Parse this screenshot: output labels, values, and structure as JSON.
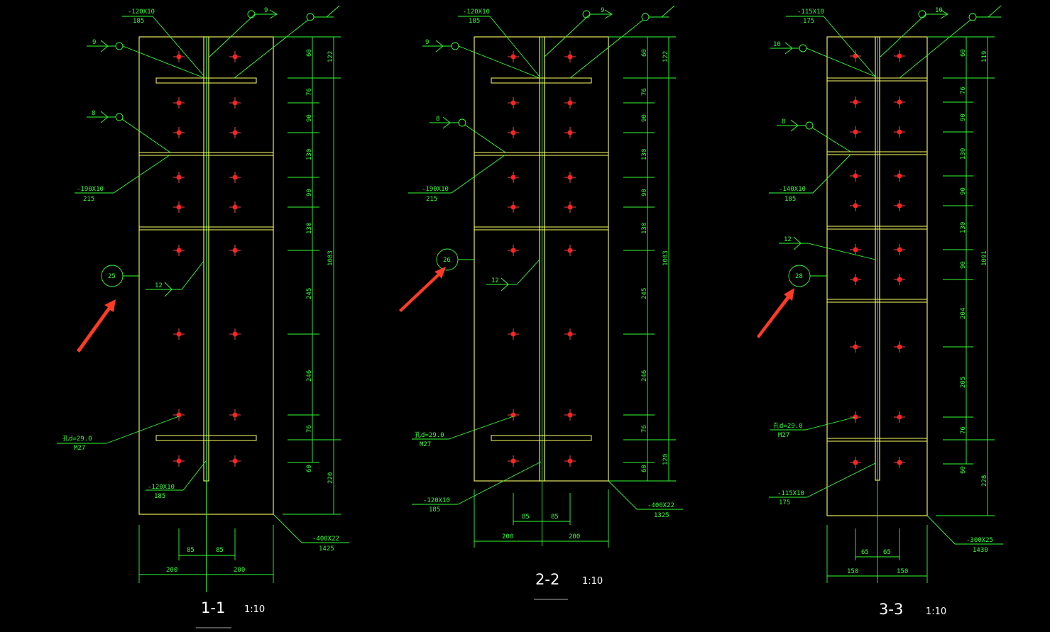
{
  "sections": [
    {
      "id": "1-1",
      "title": "1-1",
      "scale": "1:10",
      "section_no": "25",
      "top_plate": {
        "size": "-120X10",
        "len": "185"
      },
      "bottom_plate": {
        "size": "-120X10",
        "len": "185"
      },
      "stiff_plate": {
        "size": "-190X10",
        "len": "215"
      },
      "base_plate": {
        "size": "-400X22",
        "len": "1425"
      },
      "weld_top_left": "9",
      "weld_top_right": "9",
      "weld_mid": "8",
      "weld_web": "12",
      "bolt_hole": "孔d=29.0",
      "bolt": "M27",
      "dims_right": [
        "60",
        "76",
        "90",
        "130",
        "90",
        "130",
        "245",
        "246",
        "76",
        "60"
      ],
      "dims_right_total": [
        "122",
        "1083",
        "220"
      ],
      "dims_bottom_inner": [
        "85",
        "85"
      ],
      "dims_bottom_outer": [
        "200",
        "200"
      ]
    },
    {
      "id": "2-2",
      "title": "2-2",
      "scale": "1:10",
      "section_no": "26",
      "top_plate": {
        "size": "-120X10",
        "len": "185"
      },
      "bottom_plate": {
        "size": "-120X10",
        "len": "185"
      },
      "stiff_plate": {
        "size": "-190X10",
        "len": "215"
      },
      "base_plate": {
        "size": "-400X22",
        "len": "1325"
      },
      "weld_top_left": "9",
      "weld_top_right": "9",
      "weld_mid": "8",
      "weld_web": "12",
      "bolt_hole": "孔d=29.0",
      "bolt": "M27",
      "dims_right": [
        "60",
        "76",
        "90",
        "130",
        "90",
        "130",
        "245",
        "246",
        "76",
        "60"
      ],
      "dims_right_total": [
        "122",
        "1083",
        "120"
      ],
      "dims_bottom_inner": [
        "85",
        "85"
      ],
      "dims_bottom_outer": [
        "200",
        "200"
      ]
    },
    {
      "id": "3-3",
      "title": "3-3",
      "scale": "1:10",
      "section_no": "28",
      "top_plate": {
        "size": "-115X10",
        "len": "175"
      },
      "bottom_plate": {
        "size": "-115X10",
        "len": "175"
      },
      "stiff_plate": {
        "size": "-140X10",
        "len": "185"
      },
      "base_plate": {
        "size": "-300X25",
        "len": "1430"
      },
      "weld_top_left": "10",
      "weld_top_right": "10",
      "weld_mid": "8",
      "weld_web": "12",
      "bolt_hole": "孔d=29.0",
      "bolt": "M27",
      "dims_right": [
        "60",
        "76",
        "90",
        "130",
        "90",
        "130",
        "90",
        "204",
        "205",
        "76",
        "60"
      ],
      "dims_right_total": [
        "119",
        "1091",
        "228"
      ],
      "dims_bottom_inner": [
        "65",
        "65"
      ],
      "dims_bottom_outer": [
        "150",
        "150"
      ]
    }
  ],
  "colors": {
    "plate": "#ffff66",
    "dimension": "#33ff33",
    "bolt": "#ff2222",
    "arrow": "#ff3b26",
    "background": "#000000"
  }
}
